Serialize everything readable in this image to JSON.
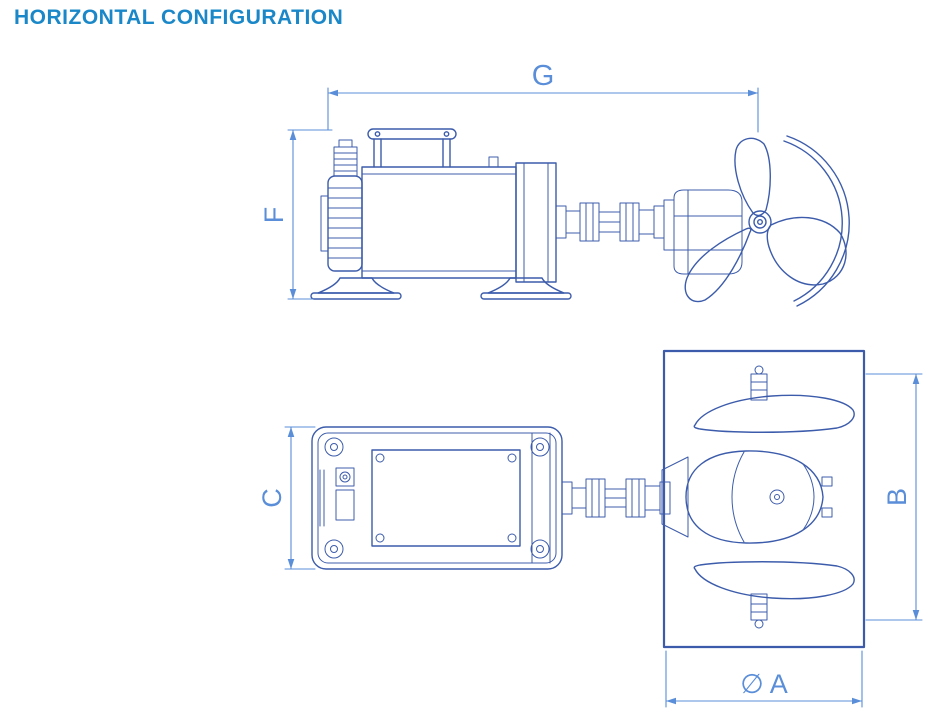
{
  "page": {
    "title": "HORIZONTAL CONFIGURATION"
  },
  "diagram": {
    "dimensions": {
      "g": "G",
      "f": "F",
      "c": "C",
      "b": "B",
      "diameter_a": "∅ A"
    },
    "colors": {
      "title": "#1a88c8",
      "line": "#3c5cab",
      "dimension": "#5a8ed8",
      "background": "#ffffff"
    }
  }
}
